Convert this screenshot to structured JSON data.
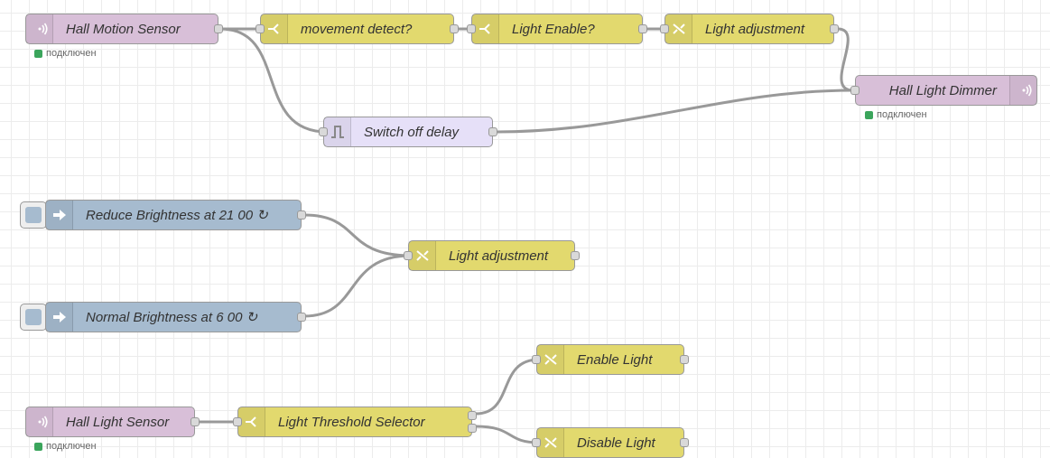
{
  "status_text": "подключен",
  "nodes": {
    "hall_motion_sensor": "Hall Motion Sensor",
    "movement_detect": "movement detect?",
    "light_enable": "Light Enable?",
    "light_adjustment_top": "Light adjustment",
    "hall_light_dimmer": "Hall Light Dimmer",
    "switch_off_delay": "Switch off delay",
    "reduce_brightness": "Reduce Brightness at 21 00 ↻",
    "normal_brightness": "Normal Brightness at 6 00 ↻",
    "light_adjustment_mid": "Light adjustment",
    "hall_light_sensor": "Hall Light Sensor",
    "light_threshold_selector": "Light Threshold Selector",
    "enable_light": "Enable Light",
    "disable_light": "Disable Light"
  },
  "colors": {
    "mqtt": "#d8bfd8",
    "function": "#e2d96e",
    "trigger": "#e6e0f8",
    "inject": "#a6bbcf",
    "status_ok": "#3ba55c",
    "wire": "#999999"
  },
  "icons": {
    "mqtt": "mqtt-wifi-icon",
    "switch": "switch-branch-icon",
    "change": "change-shuffle-icon",
    "trigger": "trigger-pulse-icon",
    "inject": "inject-arrow-icon"
  }
}
